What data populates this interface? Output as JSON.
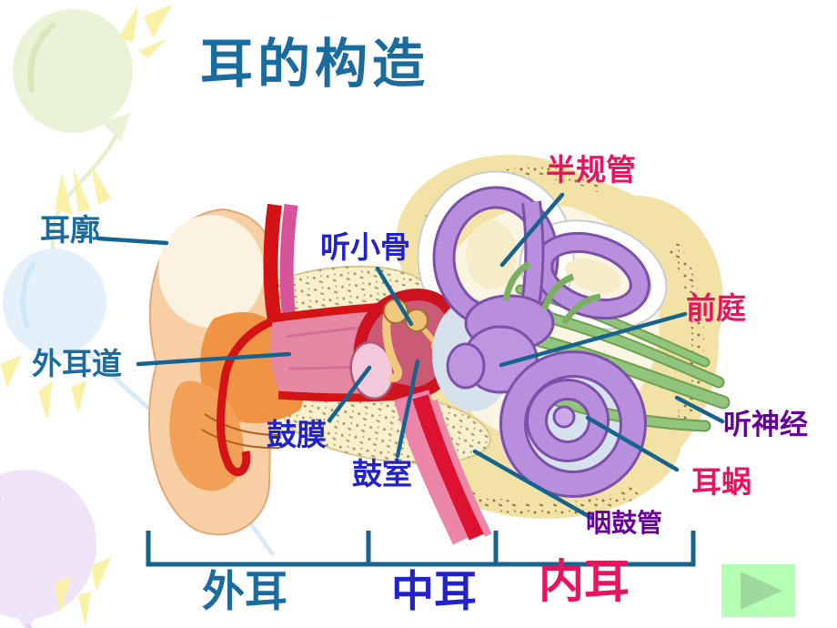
{
  "title": "耳的构造",
  "labels": {
    "erkuo": "耳廓",
    "waierdao": "外耳道",
    "tingxiaogu": "听小骨",
    "gumo": "鼓膜",
    "gushi": "鼓室",
    "banguiguan": "半规管",
    "qianting": "前庭",
    "tingshenjing": "听神经",
    "erwo": "耳蜗",
    "yanguguan": "咽鼓管"
  },
  "sections": {
    "outer": "外耳",
    "middle": "中耳",
    "inner": "内耳"
  },
  "nav": {
    "next_icon": "play-triangle"
  },
  "colors": {
    "title_teal": "#1A6B9E",
    "blue_label": "#2222CC",
    "pink_label": "#E9145F",
    "purple_label": "#660099",
    "leader_line": "#16638F",
    "nav_button_bg": "#B3FFB3",
    "nav_button_arrow": "#9FD89F"
  }
}
